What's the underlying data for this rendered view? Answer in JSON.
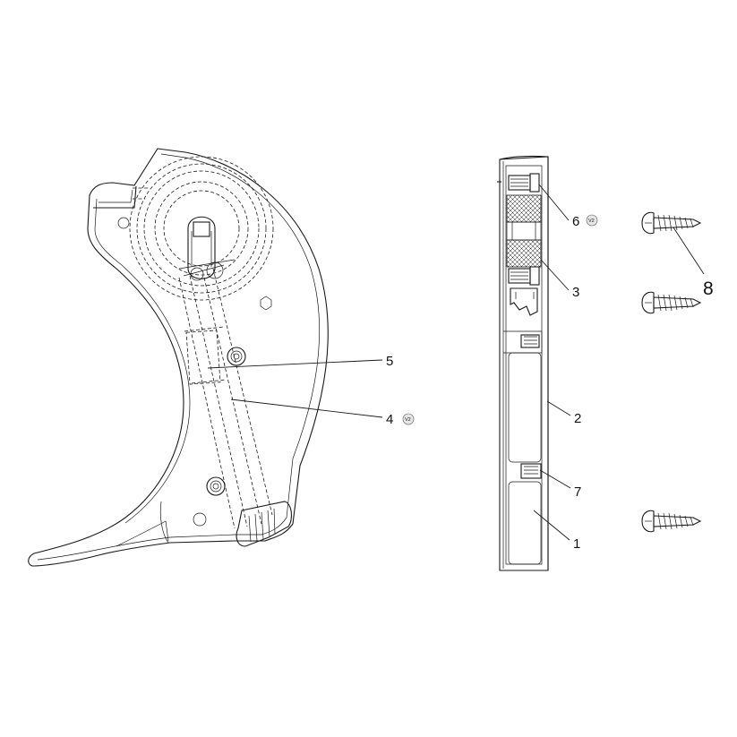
{
  "callouts": [
    {
      "id": "c1",
      "label": "1"
    },
    {
      "id": "c2",
      "label": "2"
    },
    {
      "id": "c3",
      "label": "3"
    },
    {
      "id": "c4",
      "label": "4",
      "badge": "V2"
    },
    {
      "id": "c5",
      "label": "5"
    },
    {
      "id": "c6",
      "label": "6",
      "badge": "V2"
    },
    {
      "id": "c7",
      "label": "7"
    },
    {
      "id": "c8",
      "label": "8"
    }
  ]
}
